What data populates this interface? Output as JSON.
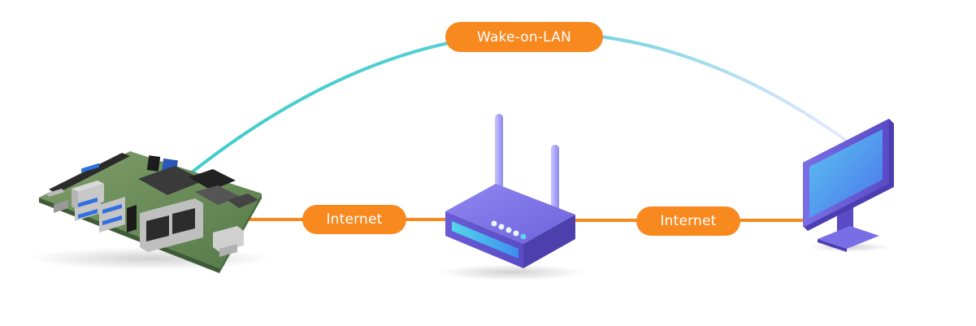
{
  "labels": {
    "wake_on_lan": "Wake-on-LAN",
    "internet_left": "Internet",
    "internet_right": "Internet"
  },
  "icons": {
    "board": "embedded-motherboard-icon",
    "router": "wifi-router-icon",
    "monitor": "desktop-monitor-icon"
  },
  "colors": {
    "accent_orange": "#f7891f",
    "arc_teal": "#4fcfcf",
    "arc_fade": "#dfe3ff",
    "device_purple": "#6a5bd6",
    "device_blue": "#4d8ef0",
    "pcb_green": "#6b8f5a"
  }
}
